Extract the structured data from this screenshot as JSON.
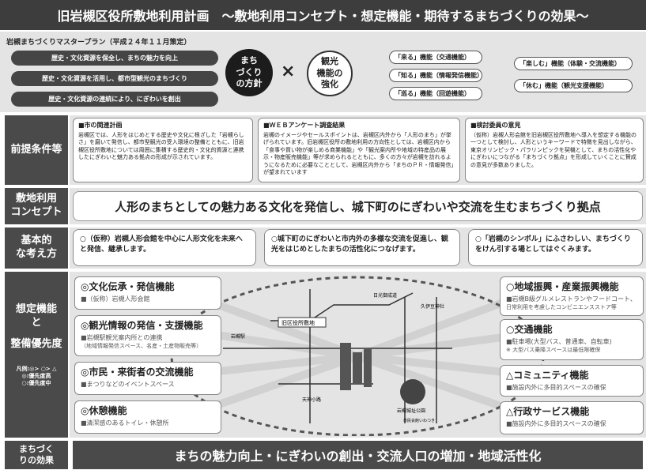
{
  "header": {
    "title": "旧岩槻区役所敷地利用計画　～敷地利用コンセプト・想定機能・期待するまちづくりの効果～"
  },
  "plan": {
    "title": "岩槻まちづくりマスタープラン（平成２４年１１月策定）",
    "items": [
      "歴史・文化資源を保全し、まちの魅力を向上",
      "歴史・文化資源を活用し、都市型観光のまちづくり",
      "歴史・文化資源の連続により、にぎわいを創出"
    ],
    "policy_circle": "まち\nづくり\nの方針",
    "cross": "×",
    "tourism_circle": "観光\n機能の\n強化",
    "functions_left": [
      "「来る」機能（交通機能）",
      "「知る」機能（情報発信機能）",
      "「巡る」機能（回遊機能）"
    ],
    "functions_right": [
      "「楽しむ」機能（体験・交流機能）",
      "「休む」機能（観光支援機能）"
    ]
  },
  "labels": {
    "premise": "前提条件等",
    "concept": "敷地利用\nコンセプト",
    "basic": "基本的\nな考え方",
    "assumed_1": "想定機能",
    "assumed_2": "と",
    "assumed_3": "整備優先度",
    "legend_1": "凡例:◎> ○> △",
    "legend_2": "◎:優先度高",
    "legend_3": "○:優先度中",
    "effect": "まちづく\nりの効果"
  },
  "premise": {
    "card1": {
      "title": "■市の関連計画",
      "body": "岩槻区では、人形をはじめとする歴史や文化に根ざした「岩槻らしさ」を磨いて発信し、都市型観光の受入環境の整備とともに、旧岩槻区役所敷地については周囲に集積する歴史的・文化的資源と連携したにぎわいと魅力ある拠点の形成が示されています。"
    },
    "card2": {
      "title": "■ＷＥＢアンケート調査結果",
      "body": "岩槻のイメージやセールスポイントは、岩槻区内外から「人形のまち」が挙げられています。旧岩槻区役所の敷地利用の方向性としては、岩槻区内から「食事や買い物が楽しめる商業機能」や「観光案内所や地域の特産品の展示・物産販売機能」等が求められるとともに、多くの方々が岩槻を訪れるようになるために必要なこととして、岩槻区内外から「まちのＰＲ・情報発信」が望まれています"
    },
    "card3": {
      "title": "■検討委員の意見",
      "body": "（仮称）岩槻人形会館を旧岩槻区役所敷地へ導入を想定する機能の一つとして検討し、人形というキーワードで特徴を見出しながら、東京オリンピック・パラリンピックを契機として、まちの活性化やにぎわいにつながる「まちづくり拠点」を形成していくことに賛成の意見が多数ありました。"
    }
  },
  "concept": {
    "text": "人形のまちとしての魅力ある文化を発信し、城下町のにぎわいや交流を生むまちづくり拠点"
  },
  "basic": {
    "b1": "○（仮称）岩槻人形会館を中心に人形文化を未来へと発信、継承します。",
    "b2": "○城下町のにぎわいと市内外の多様な交流を促進し、観光をはじめとしたまちの活性化につなげます。",
    "b3": "○「岩槻のシンボル」にふさわしい、まちづくりをけん引する場としてはぐくみます。"
  },
  "functions": {
    "f1": {
      "title": "◎文化伝承・発信機能",
      "sub": "■（仮称）岩槻人形会館"
    },
    "f2": {
      "title": "◎観光情報の発信・支援機能",
      "sub": "■岩槻駅観光案内所との連携",
      "sub2": "（地域情報発信スペース、名産・土産物販売等）"
    },
    "f3": {
      "title": "◎市民・来街者の交流機能",
      "sub": "■まつりなどのイベントスペース"
    },
    "f4": {
      "title": "◎休憩機能",
      "sub": "■清潔感のあるトイレ・休憩所"
    },
    "f5": {
      "title": "○地域振興・産業振興機能",
      "sub": "■岩槻B級グルメレストランやフードコート、",
      "sub2": "日常利用を考慮したコンビニエンスストア等"
    },
    "f6": {
      "title": "○交通機能",
      "sub": "■駐車場(大型バス、普通車、自転車)",
      "sub2": "※ 大型バス乗降スペースは最低限確保"
    },
    "f7": {
      "title": "△コミュニティ機能",
      "sub": "■施設内外に多目的スペースの確保"
    },
    "f8": {
      "title": "△行政サービス機能",
      "sub": "■施設内外に多目的スペースの確保"
    }
  },
  "map": {
    "labels": [
      "旧区役所敷地",
      "岩槻駅",
      "久伊豆神社",
      "岩槻城址公園",
      "天神小路",
      "市民会館いわつき",
      "日光御成道"
    ]
  },
  "effect": {
    "text": "まちの魅力向上・にぎわいの創出・交流人口の増加・地域活性化"
  },
  "colors": {
    "dark": "#3d3d3d",
    "band": "#e4e4e4",
    "label": "#4a4a4a"
  }
}
